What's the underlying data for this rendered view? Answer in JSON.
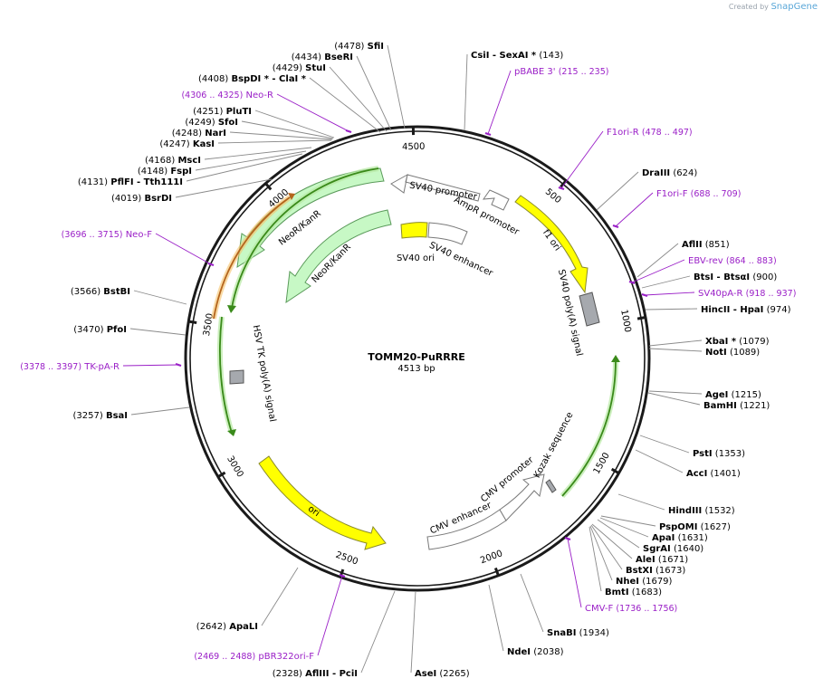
{
  "watermark": {
    "created_by": "Created by",
    "brand": "SnapGene"
  },
  "plasmid": {
    "name": "TOMM20-PuRRRE",
    "size_label": "4513 bp",
    "length": 4513
  },
  "ticks": [
    {
      "bp": 500,
      "label": "500"
    },
    {
      "bp": 1000,
      "label": "1000"
    },
    {
      "bp": 1500,
      "label": "1500"
    },
    {
      "bp": 2000,
      "label": "2000"
    },
    {
      "bp": 2500,
      "label": "2500"
    },
    {
      "bp": 3000,
      "label": "3000"
    },
    {
      "bp": 3500,
      "label": "3500"
    },
    {
      "bp": 4000,
      "label": "4000"
    },
    {
      "bp": 4500,
      "label": "4500"
    }
  ],
  "sites": [
    {
      "pos": "(4478)",
      "name": "SfiI",
      "bp": 4478
    },
    {
      "name": "CsiI  -  SexAI *",
      "pos": "(143)",
      "bp": 143
    },
    {
      "pos": "(4434)",
      "name": "BseRI",
      "bp": 4434
    },
    {
      "pos": "(4429)",
      "name": "StuI",
      "bp": 4429
    },
    {
      "pos": "(4408)",
      "name": "BspDI *  -  ClaI *",
      "bp": 4408
    },
    {
      "pos": "(4251)",
      "name": "PluTI",
      "bp": 4251
    },
    {
      "pos": "(4249)",
      "name": "SfoI",
      "bp": 4249
    },
    {
      "pos": "(4248)",
      "name": "NarI",
      "bp": 4248
    },
    {
      "pos": "(4247)",
      "name": "KasI",
      "bp": 4247
    },
    {
      "pos": "(4168)",
      "name": "MscI",
      "bp": 4168
    },
    {
      "pos": "(4148)",
      "name": "FspI",
      "bp": 4148
    },
    {
      "pos": "(4131)",
      "name": "PflFI  -  Tth111I",
      "bp": 4131
    },
    {
      "pos": "(4019)",
      "name": "BsrDI",
      "bp": 4019
    },
    {
      "name": "DraIII",
      "pos": "(624)",
      "bp": 624
    },
    {
      "name": "AflII",
      "pos": "(851)",
      "bp": 851
    },
    {
      "name": "BtsI  -  BtsαI",
      "pos": "(900)",
      "bp": 900
    },
    {
      "name": "HincII  -  HpaI",
      "pos": "(974)",
      "bp": 974
    },
    {
      "name": "XbaI *",
      "pos": "(1079)",
      "bp": 1079
    },
    {
      "name": "NotI",
      "pos": "(1089)",
      "bp": 1089
    },
    {
      "name": "AgeI",
      "pos": "(1215)",
      "bp": 1215
    },
    {
      "name": "BamHI",
      "pos": "(1221)",
      "bp": 1221
    },
    {
      "name": "PstI",
      "pos": "(1353)",
      "bp": 1353
    },
    {
      "name": "AccI",
      "pos": "(1401)",
      "bp": 1401
    },
    {
      "name": "HindIII",
      "pos": "(1532)",
      "bp": 1532
    },
    {
      "name": "PspOMI",
      "pos": "(1627)",
      "bp": 1627
    },
    {
      "name": "ApaI",
      "pos": "(1631)",
      "bp": 1631
    },
    {
      "name": "SgrAI",
      "pos": "(1640)",
      "bp": 1640
    },
    {
      "name": "AleI",
      "pos": "(1671)",
      "bp": 1671
    },
    {
      "name": "BstXI",
      "pos": "(1673)",
      "bp": 1673
    },
    {
      "name": "NheI",
      "pos": "(1679)",
      "bp": 1679
    },
    {
      "name": "BmtI",
      "pos": "(1683)",
      "bp": 1683
    },
    {
      "name": "SnaBI",
      "pos": "(1934)",
      "bp": 1934
    },
    {
      "name": "NdeI",
      "pos": "(2038)",
      "bp": 2038
    },
    {
      "name": "AseI",
      "pos": "(2265)",
      "bp": 2265
    },
    {
      "pos": "(2328)",
      "name": "AflIII  -  PciI",
      "bp": 2328
    },
    {
      "pos": "(2642)",
      "name": "ApaLI",
      "bp": 2642
    },
    {
      "pos": "(3257)",
      "name": "BsaI",
      "bp": 3257
    },
    {
      "pos": "(3470)",
      "name": "PfoI",
      "bp": 3470
    },
    {
      "pos": "(3566)",
      "name": "BstBI",
      "bp": 3566
    }
  ],
  "primers": [
    {
      "name": "pBABE 3'",
      "range": "(215 .. 235)",
      "bp": 225
    },
    {
      "pos_first": true,
      "name": "Neo-R",
      "range": "(4306 .. 4325)",
      "bp": 4316
    },
    {
      "name": "F1ori-R",
      "range": "(478 .. 497)",
      "bp": 488
    },
    {
      "name": "F1ori-F",
      "range": "(688 .. 709)",
      "bp": 698
    },
    {
      "name": "EBV-rev",
      "range": "(864 .. 883)",
      "bp": 873
    },
    {
      "name": "SV40pA-R",
      "range": "(918 .. 937)",
      "bp": 927
    },
    {
      "name": "Neo-F",
      "range": "(3696 .. 3715)",
      "bp": 3705
    },
    {
      "name": "TK-pA-R",
      "range": "(3378 .. 3397)",
      "bp": 3387
    },
    {
      "name": "CMV-F",
      "range": "(1736 .. 1756)",
      "bp": 1746
    },
    {
      "name": "pBR322ori-F",
      "range": "(2469 .. 2488)",
      "bp": 2478
    }
  ],
  "features": [
    {
      "name": "SV40 promoter",
      "color": "#ffffff"
    },
    {
      "name": "AmpR promoter",
      "color": "#ffffff"
    },
    {
      "name": "f1 ori",
      "color": "#ffff00"
    },
    {
      "name": "SV40 poly(A) signal",
      "color": "#a6a9ae"
    },
    {
      "name": "NeoR/KanR",
      "color": "#c7f8c5"
    },
    {
      "name": "NeoR/KanR",
      "color": "#c7f8c5"
    },
    {
      "name": "SV40 ori",
      "color": "#ffff00"
    },
    {
      "name": "SV40 enhancer",
      "color": "#ffffff"
    },
    {
      "name": "HSV TK poly(A) signal",
      "color": "#a6a9ae"
    },
    {
      "name": "ori",
      "color": "#ffff00"
    },
    {
      "name": "CMV enhancer",
      "color": "#ffffff"
    },
    {
      "name": "CMV promoter",
      "color": "#ffffff"
    },
    {
      "name": "Kozak sequence",
      "color": "#a6a9ae"
    }
  ],
  "colors": {
    "backbone": "#1a1a1a",
    "primer": "#9a1fc7",
    "orf_orange": "#f5a623",
    "orf_green": "#3a8a1a",
    "feature_yellow": "#ffff00",
    "feature_green": "#c7f8c5",
    "feature_grey": "#a6a9ae"
  }
}
